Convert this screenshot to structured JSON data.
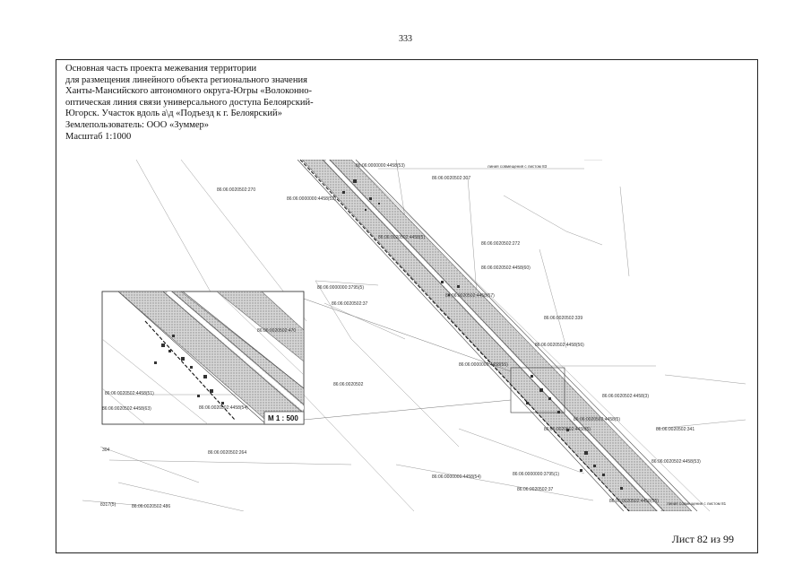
{
  "page": {
    "number": "333"
  },
  "header": {
    "lines": [
      "Основная часть проекта межевания территории",
      "для размещения линейного объекта  регионального значения",
      "Ханты-Мансийского автономного округа-Югры «Волоконно-",
      "оптическая линия связи универсального доступа Белоярский-",
      "Югорск. Участок вдоль а\\д «Подъезд к г. Белоярский»",
      "Землепользователь: ООО «Зуммер»",
      "Масштаб 1:1000"
    ]
  },
  "map": {
    "parcel_labels": [
      "86:06:0000000:4458(53)",
      "86:06:0020502:270",
      "86:06:0000000:4458(52)",
      "86:06:0020502:307",
      "86:06:0020502:272",
      "86:06:0020502:4458(5)",
      "86:06:0020502:4458(60)",
      "86:06:0020502:4458(57)",
      "86:06:0000000:3795(5)",
      "86:06:0020502:37",
      "86:06:0020502:339",
      "86:06:0020502:4458(56)",
      "86:06:0000000:4458(55)",
      "86:06:0020502",
      "86:06:0020502:4458(3)",
      "86:06:0020502:4458(5)",
      "86:06:0020502:341",
      "86:06:0020502:4458(53)",
      "86:06:0000000:3795(1)",
      "86:06:0020502:4458(5)",
      "86:06:0020502:4458(55)",
      "86:06:0020502:37",
      "86:06:0000000:4458(54)",
      "86:06:0020502:470",
      "86:06:0020502:4458(51)",
      "86:06:0020502:4458(63)",
      "86:06:0020502:4458(54)",
      "86:06:0020502:264",
      "86:06:0020502:486",
      "304",
      "8317(5)"
    ],
    "sheet_links": [
      "линия совмещения с листом 83",
      "линия совмещения с листом 81"
    ],
    "inset_scale": "М 1 : 500"
  },
  "sheet": {
    "label": "Лист 82 из 99"
  },
  "colors": {
    "line": "#555555",
    "hatch": "#9a9a9a",
    "marker": "#333333"
  }
}
